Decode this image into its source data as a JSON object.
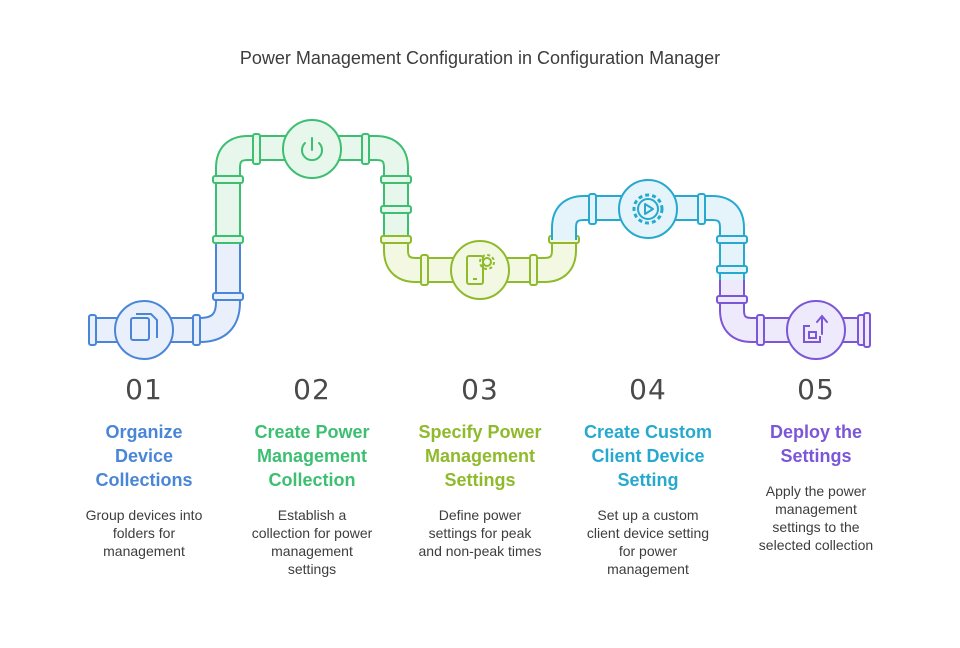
{
  "title": "Power Management Configuration in Configuration Manager",
  "steps": [
    {
      "num": "01",
      "heading_lines": [
        "Organize",
        "Device",
        "Collections"
      ],
      "desc_lines": [
        "Group devices into",
        "folders for",
        "management"
      ],
      "color": "#4a86d8",
      "icon": "documents-icon"
    },
    {
      "num": "02",
      "heading_lines": [
        "Create Power",
        "Management",
        "Collection"
      ],
      "desc_lines": [
        "Establish a",
        "collection for power",
        "management",
        "settings"
      ],
      "color": "#3dbf72",
      "icon": "power-icon"
    },
    {
      "num": "03",
      "heading_lines": [
        "Specify Power",
        "Management",
        "Settings"
      ],
      "desc_lines": [
        "Define power",
        "settings for peak",
        "and non-peak times"
      ],
      "color": "#8fba2c",
      "icon": "mobile-settings-icon"
    },
    {
      "num": "04",
      "heading_lines": [
        "Create Custom",
        "Client Device",
        "Setting"
      ],
      "desc_lines": [
        "Set up a custom",
        "client device setting",
        "for power",
        "management"
      ],
      "color": "#27a9cf",
      "icon": "gear-play-icon"
    },
    {
      "num": "05",
      "heading_lines": [
        "Deploy the",
        "Settings"
      ],
      "desc_lines": [
        "Apply the power",
        "management",
        "settings to the",
        "selected collection"
      ],
      "color": "#7c56d8",
      "icon": "deploy-icon"
    }
  ]
}
